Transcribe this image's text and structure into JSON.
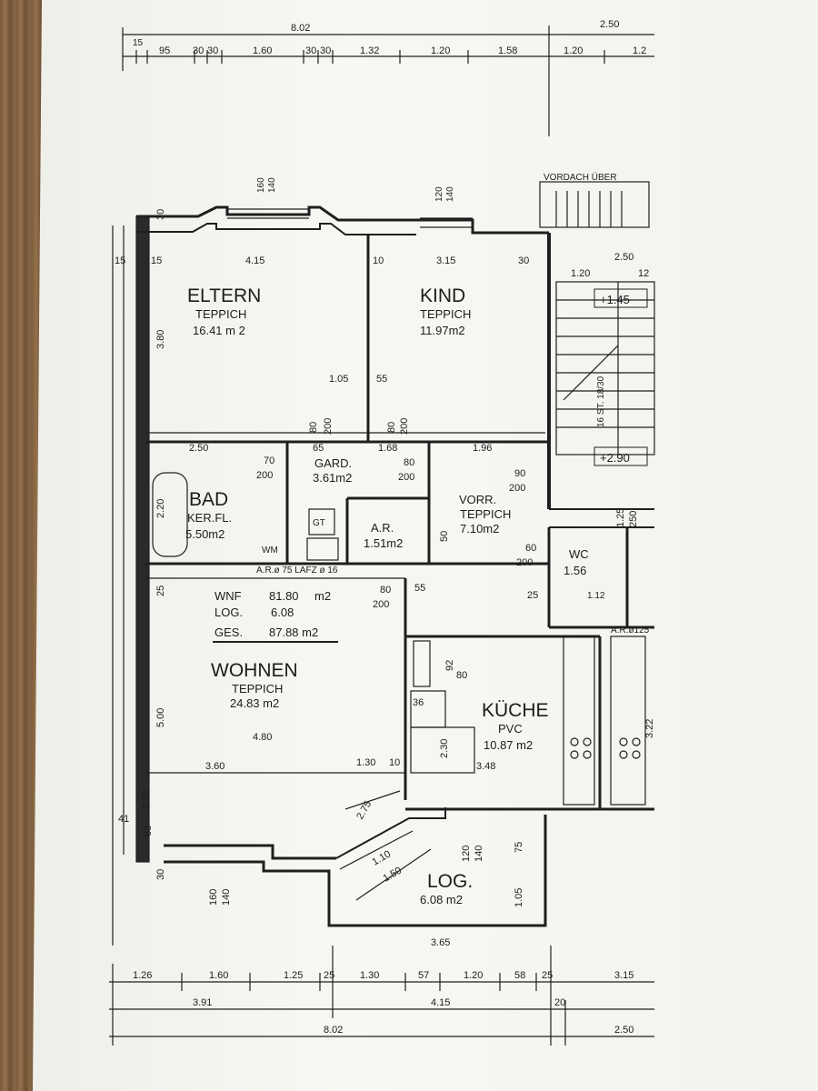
{
  "top_dims": {
    "total_top": "8.02",
    "right_top": "2.50",
    "segments": [
      "15",
      "95",
      "30",
      "30",
      "1.60",
      "30",
      "30",
      "1.32",
      "1.20",
      "1.58",
      "1.20",
      "1.2"
    ]
  },
  "canopy_label": "VORDACH ÜBER",
  "window_dims": {
    "eltern": [
      "160",
      "140"
    ],
    "kind": [
      "120",
      "140"
    ]
  },
  "rooms": {
    "eltern": {
      "name": "ELTERN",
      "floor": "TEPPICH",
      "area": "16.41 m 2"
    },
    "kind": {
      "name": "KIND",
      "floor": "TEPPICH",
      "area": "11.97m2"
    },
    "bad": {
      "name": "BAD",
      "floor": "KER.FL.",
      "area": "5.50m2"
    },
    "gard": {
      "name": "GARD.",
      "area": "3.61m2"
    },
    "ar": {
      "name": "A.R.",
      "area": "1.51m2"
    },
    "vorr": {
      "name": "VORR.",
      "floor": "TEPPICH",
      "area": "7.10m2"
    },
    "wc": {
      "name": "WC",
      "area": "1.56"
    },
    "wohnen": {
      "name": "WOHNEN",
      "floor": "TEPPICH",
      "area": "24.83 m2"
    },
    "kueche": {
      "name": "KÜCHE",
      "floor": "PVC",
      "area": "10.87 m2"
    },
    "log": {
      "name": "LOG.",
      "area": "6.08 m2"
    }
  },
  "area_summary": {
    "wnf_label": "WNF",
    "wnf": "81.80",
    "wnf_unit": "m2",
    "log_label": "LOG.",
    "log": "6.08",
    "ges_label": "GES.",
    "ges": "87.88 m2"
  },
  "small_labels": {
    "gt": "GT",
    "wm": "WM",
    "ar_lafz": "A.R.ø 75  LAFZ ø 16",
    "ar125": "A.R.ø125",
    "level_145": "+1.45",
    "level_290": "+2.90",
    "stairs": "16 ST. 18/30",
    "wc_small": "1.12"
  },
  "inner_dims": {
    "eltern_w": "4.15",
    "eltern_h": "3.80",
    "kind_w": "3.15",
    "d15": "15",
    "d10": "10",
    "d30": "30",
    "d30b": "30",
    "d250": "2.50",
    "d120": "1.20",
    "d12": "12",
    "d105": "1.05",
    "d55": "55",
    "d80": "80",
    "d200": "200",
    "bad_w": "2.50",
    "bad_h": "2.20",
    "gard_w": "1.68",
    "vorr_w": "1.96",
    "d65": "65",
    "d70": "70",
    "wohnen_w": "4.80",
    "wohnen_h": "5.00",
    "wohnen_w2": "3.60",
    "d130": "1.30",
    "kueche_w": "3.48",
    "kueche_h": "3.22",
    "kueche_d": "2.30",
    "d36": "36",
    "d92": "92",
    "log_w1": "1.10",
    "log_w2": "1.50",
    "log_h": "1.05",
    "log_w3": "3.65",
    "d75": "75",
    "d275": "2.75",
    "d25": "25",
    "d60": "60",
    "d50": "50",
    "d90": "90",
    "d120b": "120",
    "d140": "140",
    "d160": "160",
    "d125": "1.25",
    "d250b": "250",
    "d41": "41",
    "d63": "63",
    "d252": "2.52"
  },
  "bottom_dims": {
    "row1": [
      "1.26",
      "1.60",
      "1.25",
      "25",
      "1.30",
      "57",
      "1.20",
      "58",
      "25",
      "3.15"
    ],
    "row2": [
      "3.91",
      "4.15",
      "20"
    ],
    "row3": [
      "8.02",
      "2.50"
    ]
  }
}
